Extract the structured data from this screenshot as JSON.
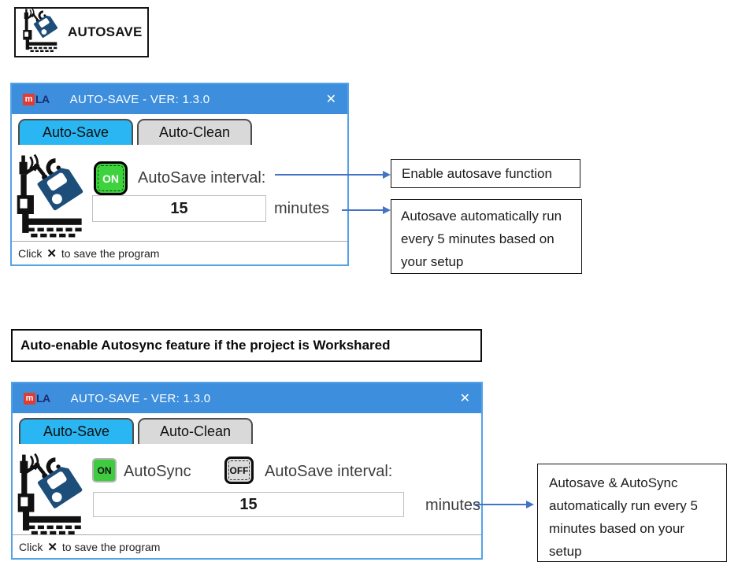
{
  "ribbon": {
    "label": "AUTOSAVE"
  },
  "window": {
    "logo_m": "m",
    "logo_la": "LA",
    "title": "AUTO-SAVE - VER: 1.3.0",
    "close": "✕"
  },
  "tabs": [
    {
      "label": "Auto-Save",
      "active": true
    },
    {
      "label": "Auto-Clean",
      "active": false
    }
  ],
  "dialog1": {
    "on": "ON",
    "interval_label": "AutoSave interval:",
    "interval_value": "15",
    "unit": "minutes",
    "status_prefix": "Click",
    "status_x": "✕",
    "status_suffix": "to save the program"
  },
  "dialog2": {
    "on": "ON",
    "off": "OFF",
    "autosync_label": "AutoSync",
    "interval_label": "AutoSave interval:",
    "interval_value": "15",
    "unit": "minutes",
    "status_prefix": "Click",
    "status_x": "✕",
    "status_suffix": "to save the program"
  },
  "header_note": "Auto-enable Autosync feature if the project is Workshared",
  "annotations": {
    "enable": "Enable autosave function",
    "autosave_run": "Autosave automatically run every 5 minutes based on your setup",
    "both_run": "Autosave & AutoSync automatically run every 5 minutes based on your setup"
  },
  "colors": {
    "titlebar_blue": "#3d8edd",
    "tab_active_cyan": "#29b6f2",
    "tab_inactive_gray": "#d9d9d9",
    "on_green": "#3ed33e",
    "off_gray": "#dcdcdc",
    "arrow_blue": "#4472c4",
    "floppy_navy": "#1d4e7a"
  }
}
